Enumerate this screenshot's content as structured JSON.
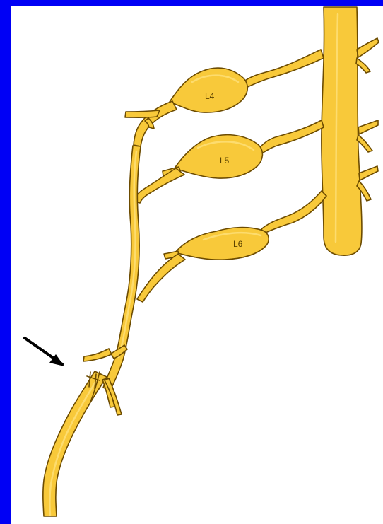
{
  "diagram": {
    "labels": {
      "l4": "L4",
      "l5": "L5",
      "l6": "L6"
    },
    "colors": {
      "border": "#0000f5",
      "background": "#ffffff",
      "nerve_fill": "#f8c93a",
      "outline": "#6c4b00"
    }
  }
}
